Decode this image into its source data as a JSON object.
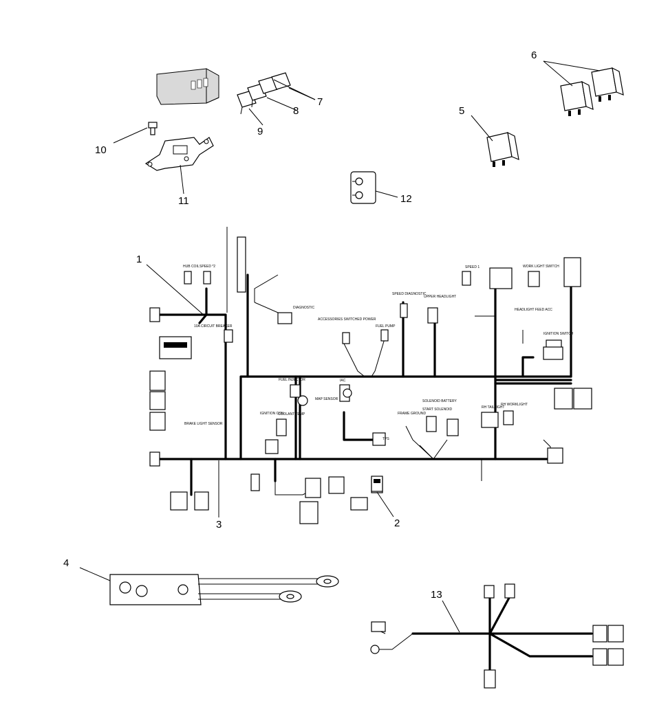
{
  "callouts": [
    {
      "id": "1",
      "label": "1"
    },
    {
      "id": "2",
      "label": "2"
    },
    {
      "id": "3",
      "label": "3"
    },
    {
      "id": "4",
      "label": "4"
    },
    {
      "id": "5",
      "label": "5"
    },
    {
      "id": "6",
      "label": "6"
    },
    {
      "id": "7",
      "label": "7"
    },
    {
      "id": "8",
      "label": "8"
    },
    {
      "id": "9",
      "label": "9"
    },
    {
      "id": "10",
      "label": "10"
    },
    {
      "id": "11",
      "label": "11"
    },
    {
      "id": "12",
      "label": "12"
    },
    {
      "id": "13",
      "label": "13"
    }
  ],
  "harness_labels": {
    "hub_coil": "HUB COIL",
    "speed_2": "SPEED *2",
    "circuit_breaker": "10A CIRCUIT BREAKER",
    "diagnostic": "DIAGNOSTIC",
    "accessories_switched_power": "ACCESSORIES SWITCHED POWER",
    "fuel_pump": "FUEL PUMP",
    "speed_diagnostic": "SPEED DIAGNOSTIC",
    "upper_headlight": "UPPER HEADLIGHT",
    "speed_1": "SPEED 1",
    "work_light_switch": "WORK LIGHT SWITCH",
    "headlight_feed_acc": "HEADLIGHT FEED ACC",
    "ignition_switch": "IGNITION SWITCH",
    "fuel_injector": "FUEL INJECTOR",
    "iac": "IAC",
    "map_sensor": "MAP SENSOR",
    "ignition_coil": "IGNITION COIL",
    "coolant_temp": "COOLANT TEMP",
    "brake_light_sensor": "BRAKE LIGHT SENSOR",
    "start_solenoid": "START SOLENOID",
    "solenoid_battery": "SOLENOID BATTERY",
    "frame_ground": "FRAME GROUND",
    "rh_taillight": "RH TAILLIGHT",
    "rh_worklight": "RH WORKLIGHT",
    "tps": "TPS"
  }
}
